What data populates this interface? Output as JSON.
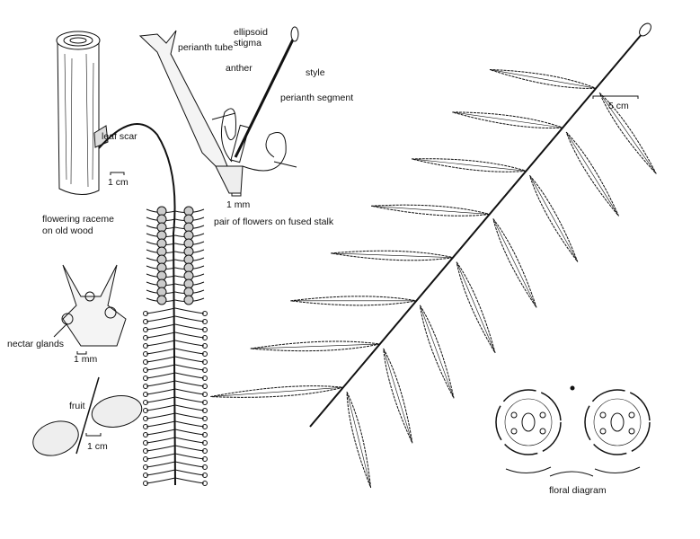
{
  "labels": {
    "ellipsoid_stigma_1": "ellipsoid",
    "ellipsoid_stigma_2": "stigma",
    "perianth_tube": "perianth tube",
    "anther": "anther",
    "style": "style",
    "perianth_segment": "perianth segment",
    "leaf_scar": "leaf scar",
    "scale_1cm_wood": "1 cm",
    "scale_1mm_flower": "1 mm",
    "raceme_1": "flowering raceme",
    "raceme_2": "on old wood",
    "pair_of_flowers": "pair of flowers on fused stalk",
    "scale_5cm": "5 cm",
    "nectar_glands": "nectar glands",
    "scale_1mm_glands": "1 mm",
    "fruit": "fruit",
    "scale_1cm_fruit": "1 cm",
    "floral_diagram": "floral diagram"
  },
  "colors": {
    "ink": "#111111",
    "paper": "#ffffff"
  }
}
